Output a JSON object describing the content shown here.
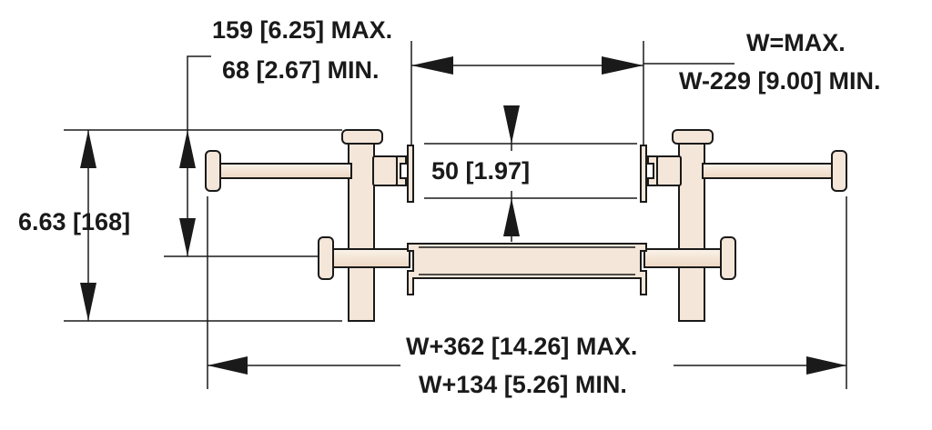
{
  "colors": {
    "line": "#1a1a1a",
    "part_fill": "#f4e6d8",
    "background": "#ffffff"
  },
  "dimensions": {
    "top_left_max": "159 [6.25] MAX.",
    "top_left_min": "68 [2.67] MIN.",
    "top_right_max": "W=MAX.",
    "top_right_min": "W-229 [9.00] MIN.",
    "center_gap": "50 [1.97]",
    "left_height": "6.63 [168]",
    "bottom_max": "W+362 [14.26] MAX.",
    "bottom_min": "W+134 [5.26] MIN."
  }
}
